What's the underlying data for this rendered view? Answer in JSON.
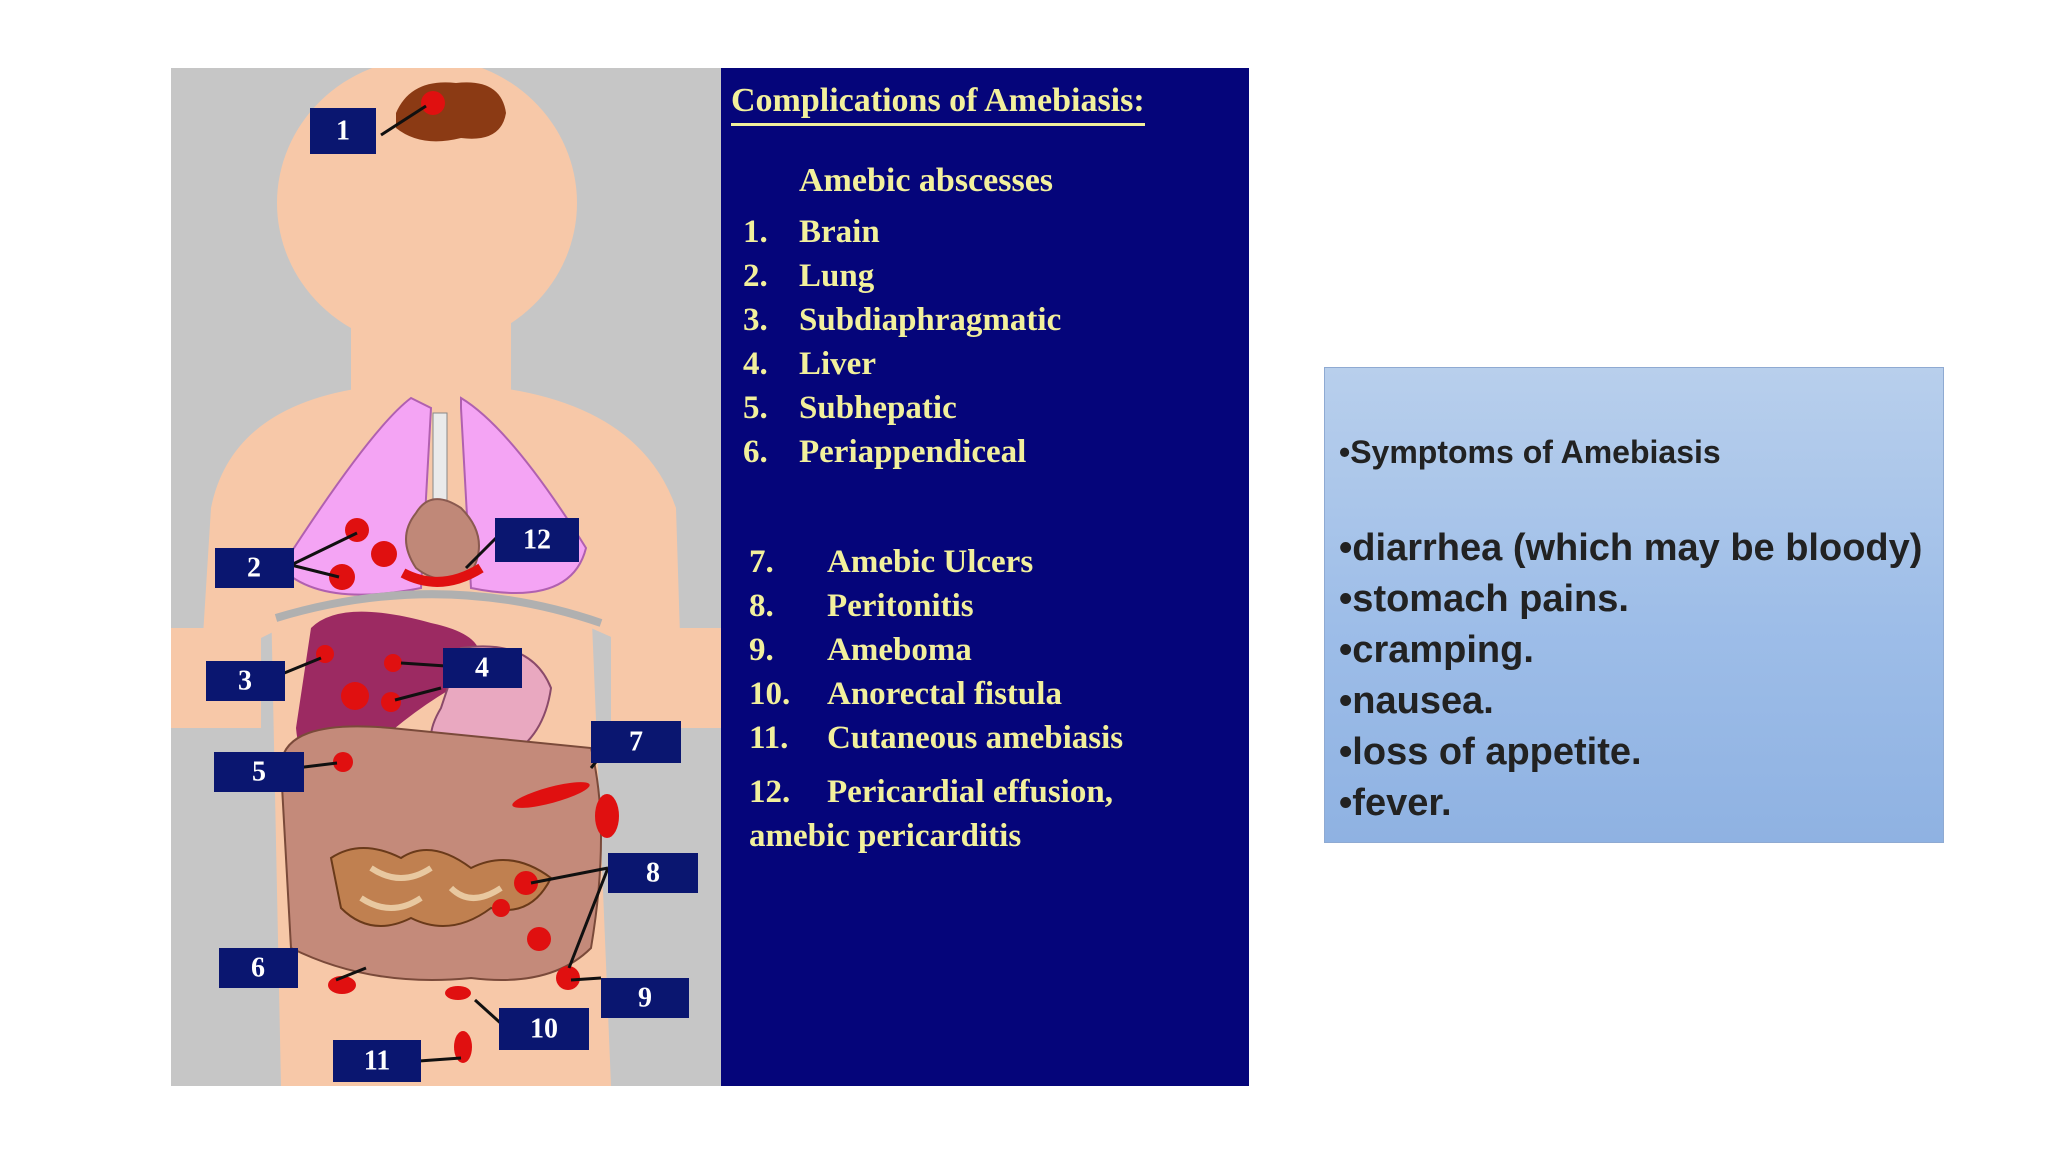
{
  "diagram": {
    "figure_labels": [
      "1",
      "2",
      "3",
      "4",
      "5",
      "6",
      "7",
      "8",
      "9",
      "10",
      "11",
      "12"
    ],
    "legend": {
      "title": "Complications of Amebiasis:",
      "subtitle": "Amebic abscesses",
      "items": [
        {
          "num": "1.",
          "text": "Brain"
        },
        {
          "num": "2.",
          "text": "Lung"
        },
        {
          "num": "3.",
          "text": "Subdiaphragmatic"
        },
        {
          "num": "4.",
          "text": "Liver"
        },
        {
          "num": "5.",
          "text": "Subhepatic"
        },
        {
          "num": "6.",
          "text": "Periappendiceal"
        },
        {
          "num": "7.",
          "text": "Amebic Ulcers"
        },
        {
          "num": "8.",
          "text": "Peritonitis"
        },
        {
          "num": "9.",
          "text": "Ameboma"
        },
        {
          "num": "10.",
          "text": "Anorectal fistula"
        },
        {
          "num": "11.",
          "text": "Cutaneous amebiasis"
        },
        {
          "num": "12.",
          "text": "Pericardial effusion,"
        },
        {
          "num": "",
          "text": "amebic pericarditis"
        }
      ]
    }
  },
  "symptoms": {
    "heading": "•Symptoms of Amebiasis",
    "items": [
      "•diarrhea (which may be bloody)",
      "•stomach pains.",
      "•cramping.",
      "•nausea.",
      "•loss of appetite.",
      "•fever."
    ]
  },
  "colors": {
    "legend_background": "#05057a",
    "legend_text": "#f2f09c",
    "label_box": "#0a1670",
    "lesion": "#e01010",
    "skin": "#f7c8a8",
    "lung": "#f4a4f4",
    "liver": "#9c2a62",
    "intestine": "#c08050",
    "brain": "#8b3a14",
    "symptoms_box": "#a6c3ea"
  }
}
